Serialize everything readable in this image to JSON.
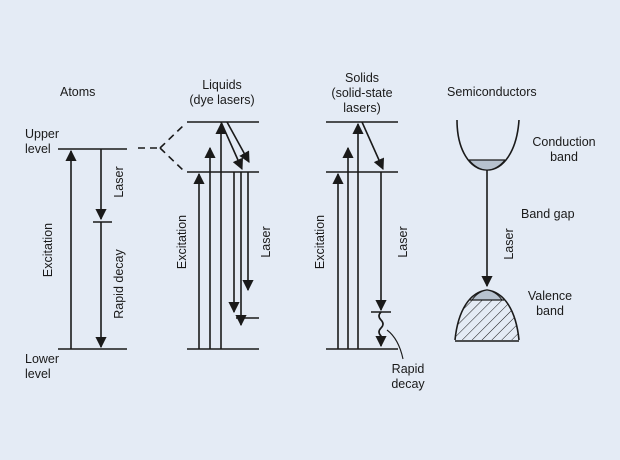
{
  "diagram": {
    "colors": {
      "background": "#e4ebf5",
      "line": "#1a1a1a"
    },
    "atoms": {
      "title": "Atoms",
      "upper_level": [
        "Upper",
        "level"
      ],
      "lower_level": [
        "Lower",
        "level"
      ],
      "excitation": "Excitation",
      "laser": "Laser",
      "rapid_decay": "Rapid decay"
    },
    "liquids": {
      "title": [
        "Liquids",
        "(dye lasers)"
      ],
      "excitation": "Excitation",
      "laser": "Laser"
    },
    "solids": {
      "title": [
        "Solids",
        "(solid-state",
        "lasers)"
      ],
      "excitation": "Excitation",
      "laser": "Laser",
      "rapid_decay": [
        "Rapid",
        "decay"
      ]
    },
    "semiconductors": {
      "title": "Semiconductors",
      "conduction_band": [
        "Conduction",
        "band"
      ],
      "band_gap": "Band gap",
      "laser": "Laser",
      "valence_band": [
        "Valence",
        "band"
      ]
    }
  }
}
